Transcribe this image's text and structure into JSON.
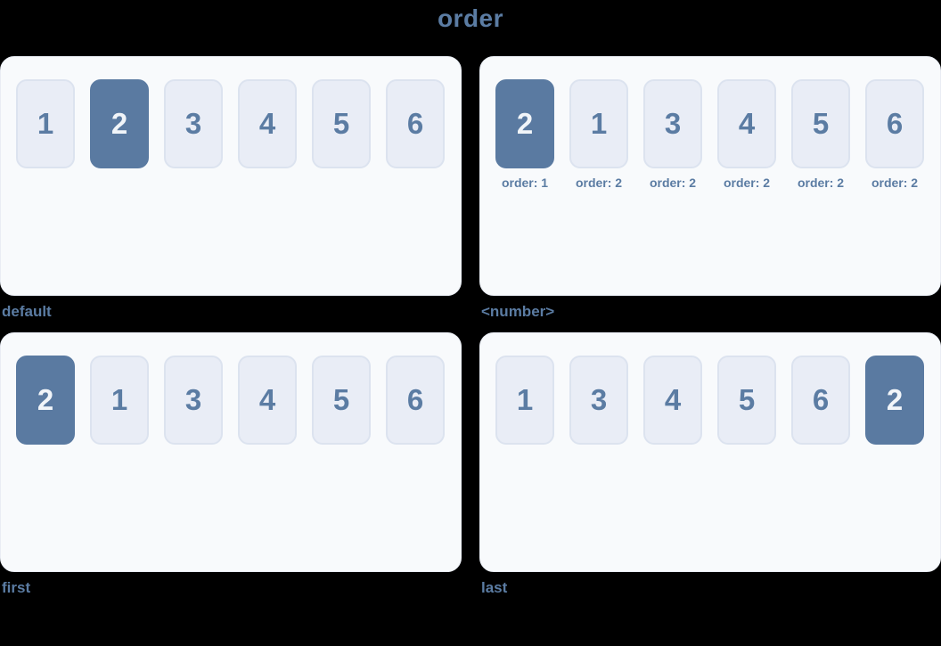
{
  "page": {
    "title": "order"
  },
  "colors": {
    "background": "#000000",
    "panel_bg": "#f8fafc",
    "panel_border": "#e9edf4",
    "box_bg": "#e9edf6",
    "box_border": "#dce3ef",
    "box_text": "#5b7ca3",
    "highlight_bg": "#5a7aa1",
    "highlight_text": "#f1f5f9",
    "label_text": "#5b7ca3"
  },
  "panels": [
    {
      "id": "default",
      "label": "default",
      "items": [
        {
          "text": "1",
          "highlighted": false
        },
        {
          "text": "2",
          "highlighted": true
        },
        {
          "text": "3",
          "highlighted": false
        },
        {
          "text": "4",
          "highlighted": false
        },
        {
          "text": "5",
          "highlighted": false
        },
        {
          "text": "6",
          "highlighted": false
        }
      ]
    },
    {
      "id": "number",
      "label": "<number>",
      "items": [
        {
          "text": "2",
          "highlighted": true,
          "caption": "order: 1"
        },
        {
          "text": "1",
          "highlighted": false,
          "caption": "order: 2"
        },
        {
          "text": "3",
          "highlighted": false,
          "caption": "order: 2"
        },
        {
          "text": "4",
          "highlighted": false,
          "caption": "order: 2"
        },
        {
          "text": "5",
          "highlighted": false,
          "caption": "order: 2"
        },
        {
          "text": "6",
          "highlighted": false,
          "caption": "order: 2"
        }
      ]
    },
    {
      "id": "first",
      "label": "first",
      "items": [
        {
          "text": "2",
          "highlighted": true
        },
        {
          "text": "1",
          "highlighted": false
        },
        {
          "text": "3",
          "highlighted": false
        },
        {
          "text": "4",
          "highlighted": false
        },
        {
          "text": "5",
          "highlighted": false
        },
        {
          "text": "6",
          "highlighted": false
        }
      ]
    },
    {
      "id": "last",
      "label": "last",
      "items": [
        {
          "text": "1",
          "highlighted": false
        },
        {
          "text": "3",
          "highlighted": false
        },
        {
          "text": "4",
          "highlighted": false
        },
        {
          "text": "5",
          "highlighted": false
        },
        {
          "text": "6",
          "highlighted": false
        },
        {
          "text": "2",
          "highlighted": true
        }
      ]
    }
  ]
}
